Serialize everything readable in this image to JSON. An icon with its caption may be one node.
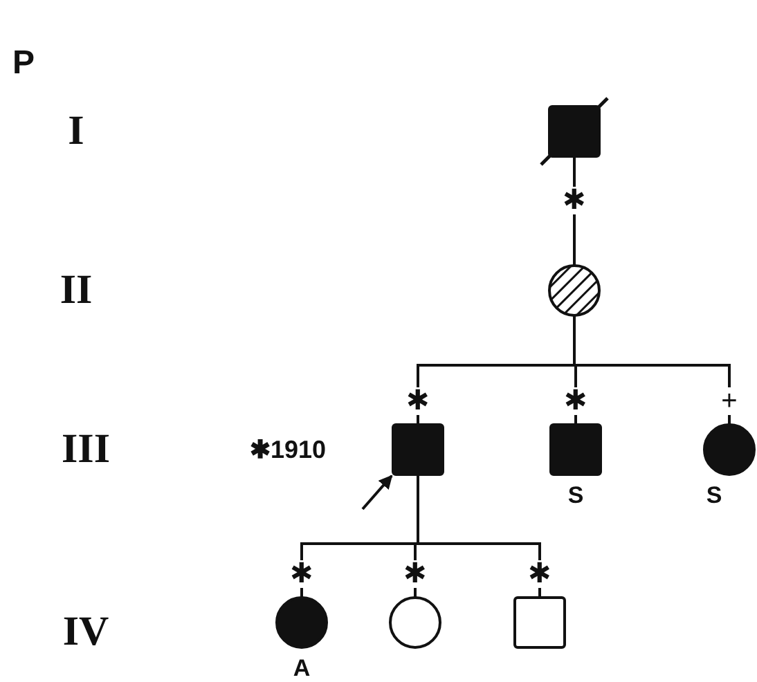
{
  "diagram": {
    "nodes": [
      {
        "text": [],
        "shape": "box"
      },
      {
        "text": [],
        "shape": "circle"
      },
      {
        "text": [],
        "shape": "box"
      },
      {
        "text": [],
        "shape": "box",
        "beside": [
          "S"
        ]
      },
      {
        "text": [],
        "shape": "circle",
        "beside": [
          "S"
        ]
      },
      {
        "text": [],
        "shape": "circle",
        "beside": [
          "A"
        ]
      },
      {
        "text": [],
        "shape": "circle"
      },
      {
        "text": [],
        "shape": "box"
      }
    ],
    "edges": [
      {
        "from": 0,
        "to": 1,
        "arrow": "none",
        "label": "✱"
      },
      {
        "from": 1,
        "to": 2,
        "arrow": "none",
        "label": "✱"
      },
      {
        "from": 1,
        "to": 3,
        "arrow": "none",
        "label": "✱"
      },
      {
        "from": 1,
        "to": 4,
        "arrow": "none",
        "label": "+"
      },
      {
        "from": 2,
        "to": 5,
        "arrow": "none",
        "label": "✱"
      },
      {
        "from": 2,
        "to": 6,
        "arrow": "none",
        "label": "✱"
      },
      {
        "from": 2,
        "to": 7,
        "arrow": "none",
        "label": "✱"
      },
      {
        "from": null,
        "to": 2,
        "arrow": "to"
      }
    ],
    "labels": [
      "P",
      "I",
      "II",
      "III",
      "IV",
      "✱1910"
    ]
  }
}
